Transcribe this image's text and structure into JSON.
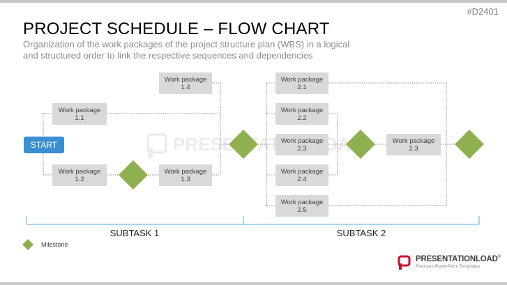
{
  "page_code": "#D2401",
  "header": {
    "title": "PROJECT SCHEDULE – FLOW CHART",
    "subtitle_lines": [
      "Organization of the work packages of the project structure plan (WBS) in a logical",
      "and structured order to link the respective sequences and dependencies"
    ]
  },
  "diagram": {
    "start_label": "START",
    "work_package_label": "Work package",
    "packages": {
      "wp11": "1.1",
      "wp12": "1.2",
      "wp13": "1.3",
      "wp14": "1.4",
      "wp21": "2.1",
      "wp22": "2.2",
      "wp23": "2.3",
      "wp24": "2.4",
      "wp25": "2.5",
      "wp23b": "2.3"
    },
    "subtasks": [
      "SUBTASK 1",
      "SUBTASK 2"
    ]
  },
  "legend": {
    "milestone_label": "Milestone"
  },
  "watermark": {
    "text": "PRESENTATIONLOAD"
  },
  "brand": {
    "name": "PRESENTATIONLOAD",
    "registered": "®",
    "tagline": "Premium PowerPoint Templates"
  },
  "colors": {
    "start": "#3b8ed2",
    "milestone": "#8fb04e",
    "package": "#d9d9d9",
    "subtask_bracket": "#5aa8d4",
    "connector": "#8c8c8c",
    "brand_red": "#c8102e"
  }
}
